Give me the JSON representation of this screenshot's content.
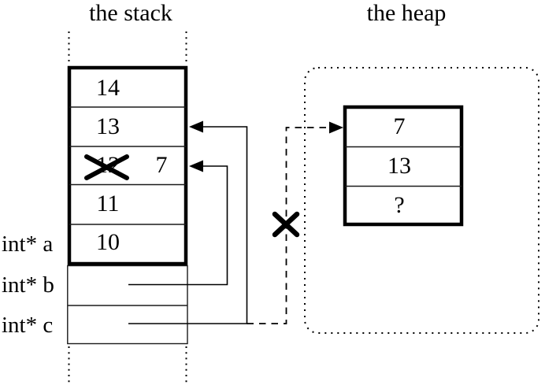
{
  "stack": {
    "title": "the stack",
    "cells": [
      {
        "value": "14",
        "crossed_out": false
      },
      {
        "value": "13",
        "crossed_out": false
      },
      {
        "value": "12",
        "crossed_out": true,
        "new_value": "7"
      },
      {
        "value": "11",
        "crossed_out": false
      },
      {
        "value": "10",
        "crossed_out": false
      }
    ]
  },
  "heap": {
    "title": "the heap",
    "cells": [
      {
        "value": "7"
      },
      {
        "value": "13"
      },
      {
        "value": "?"
      }
    ]
  },
  "variables": [
    {
      "label": "int* a"
    },
    {
      "label": "int* b"
    },
    {
      "label": "int* c"
    }
  ],
  "annotations": {
    "crossed_out_marks": 2,
    "dangling_pointer_marked_invalid": true
  },
  "colors": {
    "ink": "#000000",
    "background": "#ffffff"
  }
}
